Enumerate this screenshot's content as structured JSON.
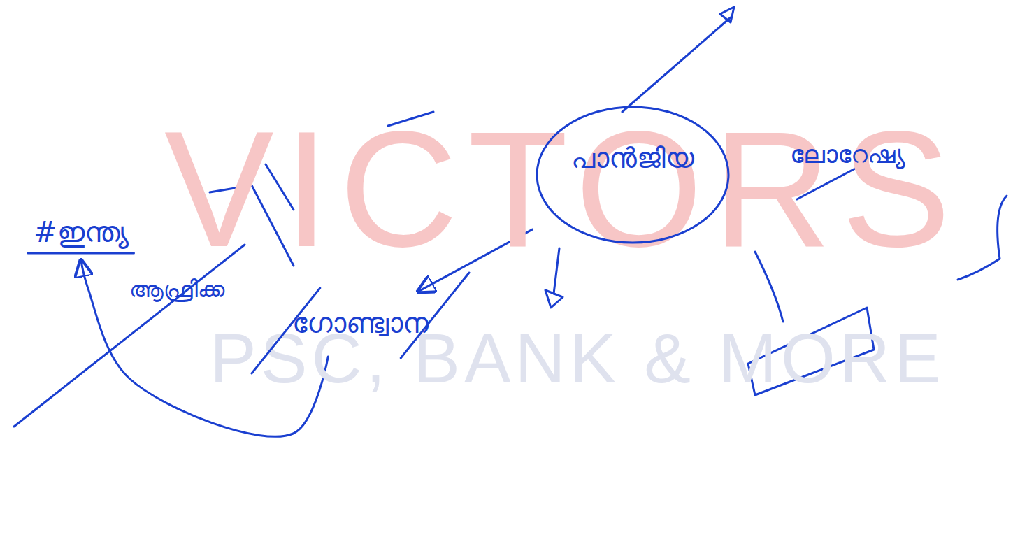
{
  "diagram": {
    "nodes": [
      {
        "text": [
          "പാൻജിയ"
        ]
      },
      {
        "text": [
          "ഗോണ്ട്വാന"
        ]
      },
      {
        "text": [
          "#ഇന്ത്യ"
        ]
      }
    ],
    "edges": [
      {
        "from": 0,
        "to": 1,
        "arrow": "to"
      },
      {
        "from": 1,
        "to": 2,
        "arrow": "to"
      }
    ],
    "labels": [
      "VICTORS",
      "PSC, BANK & MORE",
      "ആഫ്രിക്ക",
      "ലോറേഷ്യ"
    ]
  }
}
